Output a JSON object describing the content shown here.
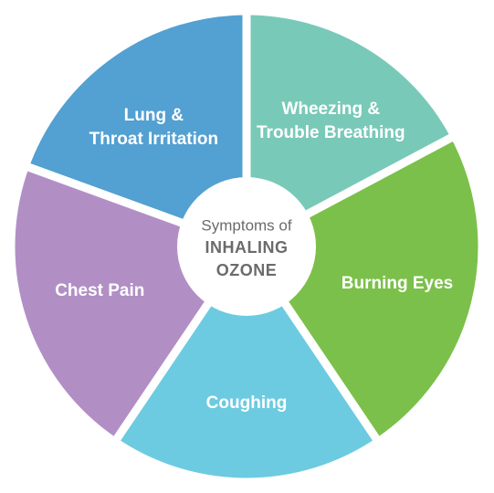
{
  "center": {
    "line1": "Symptoms of",
    "line2": "INHALING",
    "line3": "OZONE"
  },
  "segments": [
    {
      "lines": [
        "Lung &",
        "Throat Irritation"
      ],
      "color": "#53a0d2"
    },
    {
      "lines": [
        "Wheezing &",
        "Trouble Breathing"
      ],
      "color": "#79c9b8"
    },
    {
      "lines": [
        "Burning Eyes"
      ],
      "color": "#7bc04a"
    },
    {
      "lines": [
        "Coughing"
      ],
      "color": "#6ccbe0"
    },
    {
      "lines": [
        "Chest Pain"
      ],
      "color": "#b18fc5"
    }
  ],
  "colors": {
    "center_fill": "#ffffff",
    "center_text": "#6b6b6b",
    "separator": "#ffffff"
  }
}
